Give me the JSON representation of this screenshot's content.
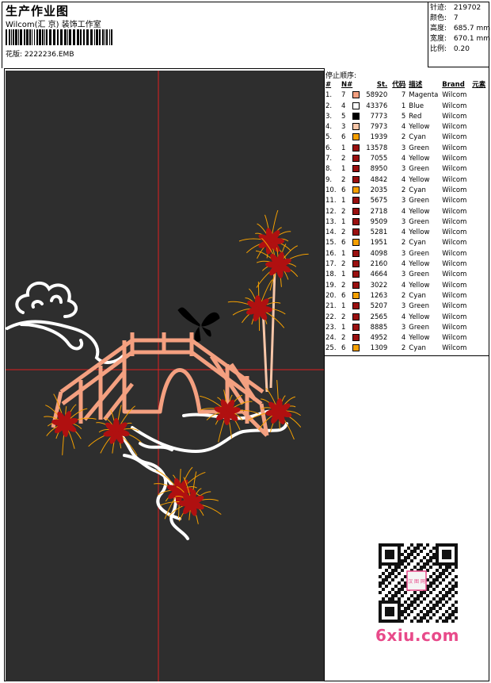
{
  "header": {
    "title": "生产作业图",
    "company": "Wilcom(汇 京) 装饰工作室",
    "design_file_label": "花版:",
    "design_file": "2222236.EMB"
  },
  "stats": {
    "stitches_label": "针迹:",
    "stitches": "219702",
    "colors_label": "颜色:",
    "colors": "7",
    "height_label": "高度:",
    "height": "685.7 mm",
    "width_label": "宽度:",
    "width": "670.1 mm",
    "scale_label": "比例:",
    "scale": "0.20"
  },
  "stop_sequence": {
    "title": "停止顺序:",
    "columns": [
      "#",
      "N#",
      "St.",
      "代码",
      "描述",
      "Brand",
      "元素"
    ],
    "rows": [
      {
        "idx": "1.",
        "n": "7",
        "color": "#f4a080",
        "st": "58920",
        "code": "7",
        "desc": "Magenta",
        "brand": "Wilcom"
      },
      {
        "idx": "2.",
        "n": "4",
        "color": "#ffffff",
        "st": "43376",
        "code": "1",
        "desc": "Blue",
        "brand": "Wilcom"
      },
      {
        "idx": "3.",
        "n": "5",
        "color": "#000000",
        "st": "7773",
        "code": "5",
        "desc": "Red",
        "brand": "Wilcom"
      },
      {
        "idx": "4.",
        "n": "3",
        "color": "#f7c6a8",
        "st": "7973",
        "code": "4",
        "desc": "Yellow",
        "brand": "Wilcom"
      },
      {
        "idx": "5.",
        "n": "6",
        "color": "#f5a000",
        "st": "1939",
        "code": "2",
        "desc": "Cyan",
        "brand": "Wilcom"
      },
      {
        "idx": "6.",
        "n": "1",
        "color": "#9a1010",
        "st": "13578",
        "code": "3",
        "desc": "Green",
        "brand": "Wilcom"
      },
      {
        "idx": "7.",
        "n": "2",
        "color": "#9a1010",
        "st": "7055",
        "code": "4",
        "desc": "Yellow",
        "brand": "Wilcom"
      },
      {
        "idx": "8.",
        "n": "1",
        "color": "#9a1010",
        "st": "8950",
        "code": "3",
        "desc": "Green",
        "brand": "Wilcom"
      },
      {
        "idx": "9.",
        "n": "2",
        "color": "#9a1010",
        "st": "4842",
        "code": "4",
        "desc": "Yellow",
        "brand": "Wilcom"
      },
      {
        "idx": "10.",
        "n": "6",
        "color": "#f5a000",
        "st": "2035",
        "code": "2",
        "desc": "Cyan",
        "brand": "Wilcom"
      },
      {
        "idx": "11.",
        "n": "1",
        "color": "#9a1010",
        "st": "5675",
        "code": "3",
        "desc": "Green",
        "brand": "Wilcom"
      },
      {
        "idx": "12.",
        "n": "2",
        "color": "#9a1010",
        "st": "2718",
        "code": "4",
        "desc": "Yellow",
        "brand": "Wilcom"
      },
      {
        "idx": "13.",
        "n": "1",
        "color": "#9a1010",
        "st": "9509",
        "code": "3",
        "desc": "Green",
        "brand": "Wilcom"
      },
      {
        "idx": "14.",
        "n": "2",
        "color": "#9a1010",
        "st": "5281",
        "code": "4",
        "desc": "Yellow",
        "brand": "Wilcom"
      },
      {
        "idx": "15.",
        "n": "6",
        "color": "#f5a000",
        "st": "1951",
        "code": "2",
        "desc": "Cyan",
        "brand": "Wilcom"
      },
      {
        "idx": "16.",
        "n": "1",
        "color": "#9a1010",
        "st": "4098",
        "code": "3",
        "desc": "Green",
        "brand": "Wilcom"
      },
      {
        "idx": "17.",
        "n": "2",
        "color": "#9a1010",
        "st": "2160",
        "code": "4",
        "desc": "Yellow",
        "brand": "Wilcom"
      },
      {
        "idx": "18.",
        "n": "1",
        "color": "#9a1010",
        "st": "4664",
        "code": "3",
        "desc": "Green",
        "brand": "Wilcom"
      },
      {
        "idx": "19.",
        "n": "2",
        "color": "#9a1010",
        "st": "3022",
        "code": "4",
        "desc": "Yellow",
        "brand": "Wilcom"
      },
      {
        "idx": "20.",
        "n": "6",
        "color": "#f5a000",
        "st": "1263",
        "code": "2",
        "desc": "Cyan",
        "brand": "Wilcom"
      },
      {
        "idx": "21.",
        "n": "1",
        "color": "#9a1010",
        "st": "5207",
        "code": "3",
        "desc": "Green",
        "brand": "Wilcom"
      },
      {
        "idx": "22.",
        "n": "2",
        "color": "#9a1010",
        "st": "2565",
        "code": "4",
        "desc": "Yellow",
        "brand": "Wilcom"
      },
      {
        "idx": "23.",
        "n": "1",
        "color": "#9a1010",
        "st": "8885",
        "code": "3",
        "desc": "Green",
        "brand": "Wilcom"
      },
      {
        "idx": "24.",
        "n": "2",
        "color": "#9a1010",
        "st": "4952",
        "code": "4",
        "desc": "Yellow",
        "brand": "Wilcom"
      },
      {
        "idx": "25.",
        "n": "6",
        "color": "#f5a000",
        "st": "1309",
        "code": "2",
        "desc": "Cyan",
        "brand": "Wilcom"
      }
    ]
  },
  "watermark": {
    "qr_badge": "汉 图 网",
    "site": "6xiu.com"
  },
  "colors": {
    "canvas_bg": "#2e2e2e",
    "bridge": "#f4a080",
    "cloud": "#ffffff",
    "flower": "#b01010",
    "stamen": "#f5a000",
    "crosshair": "#e02020",
    "logo": "#e84a8a"
  }
}
